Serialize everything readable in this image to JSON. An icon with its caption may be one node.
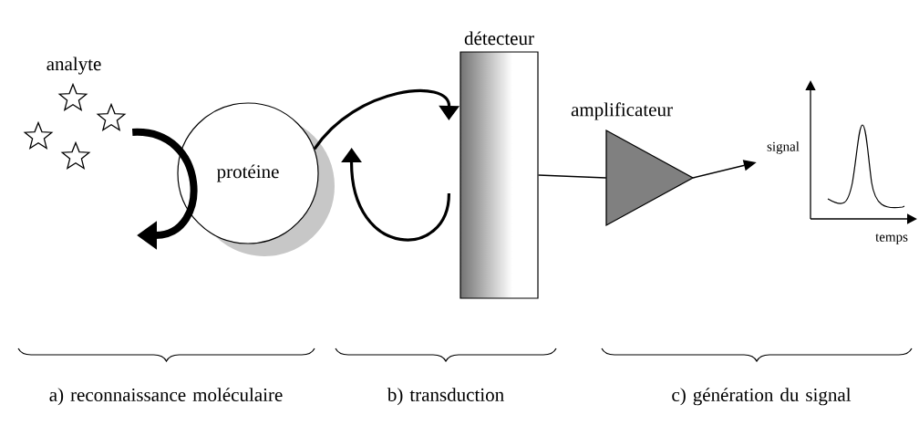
{
  "diagram": {
    "nodes": [
      {
        "text": [
          "analyte"
        ]
      },
      {
        "text": [
          "protéine"
        ]
      },
      {
        "text": [
          "détecteur"
        ]
      },
      {
        "text": [
          "amplificateur"
        ]
      },
      {
        "text": [
          "signal",
          "temps"
        ]
      }
    ],
    "edges": [
      {
        "from": 0,
        "to": null,
        "arrow": "to",
        "style": "thick"
      },
      {
        "from": 1,
        "to": 2,
        "arrow": "to"
      },
      {
        "from": 2,
        "to": 1,
        "arrow": "to"
      },
      {
        "from": 2,
        "to": 3,
        "arrow": "none"
      },
      {
        "from": 3,
        "to": 4,
        "arrow": "to"
      }
    ],
    "labels": [
      "a) reconnaissance moléculaire",
      "b) transduction",
      "c) génération du signal"
    ]
  }
}
